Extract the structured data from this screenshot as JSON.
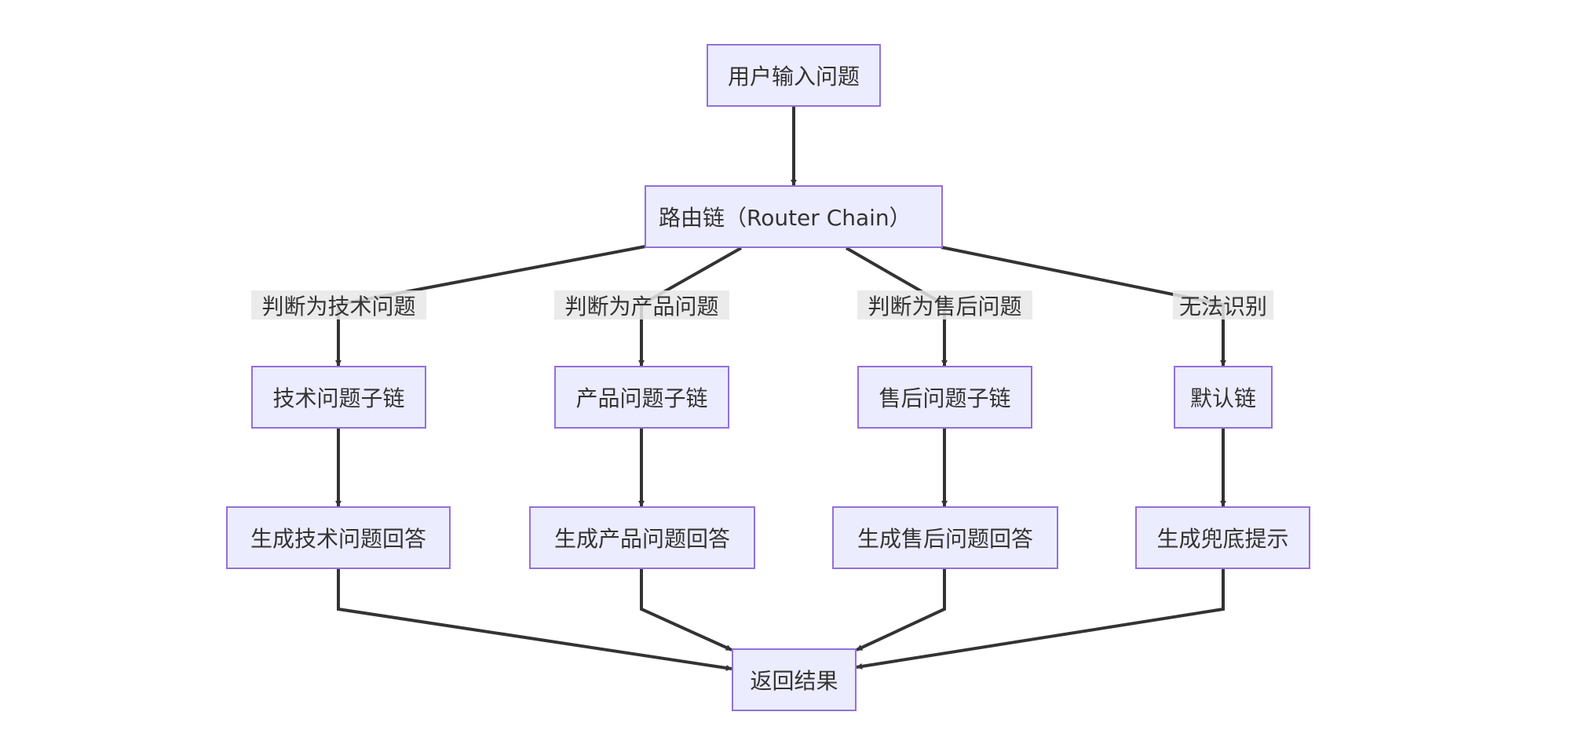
{
  "colors": {
    "node_fill": "#ECECFF",
    "node_stroke": "#9370DB",
    "edge": "#333333",
    "label_bg": "#E8E8E8"
  },
  "nodes": {
    "input": "用户输入问题",
    "router": "路由链（Router Chain）",
    "tech_chain": "技术问题子链",
    "product_chain": "产品问题子链",
    "aftersale_chain": "售后问题子链",
    "default_chain": "默认链",
    "tech_answer": "生成技术问题回答",
    "product_answer": "生成产品问题回答",
    "aftersale_answer": "生成售后问题回答",
    "fallback": "生成兜底提示",
    "result": "返回结果"
  },
  "edge_labels": {
    "tech": "判断为技术问题",
    "product": "判断为产品问题",
    "aftersale": "判断为售后问题",
    "unknown": "无法识别"
  }
}
